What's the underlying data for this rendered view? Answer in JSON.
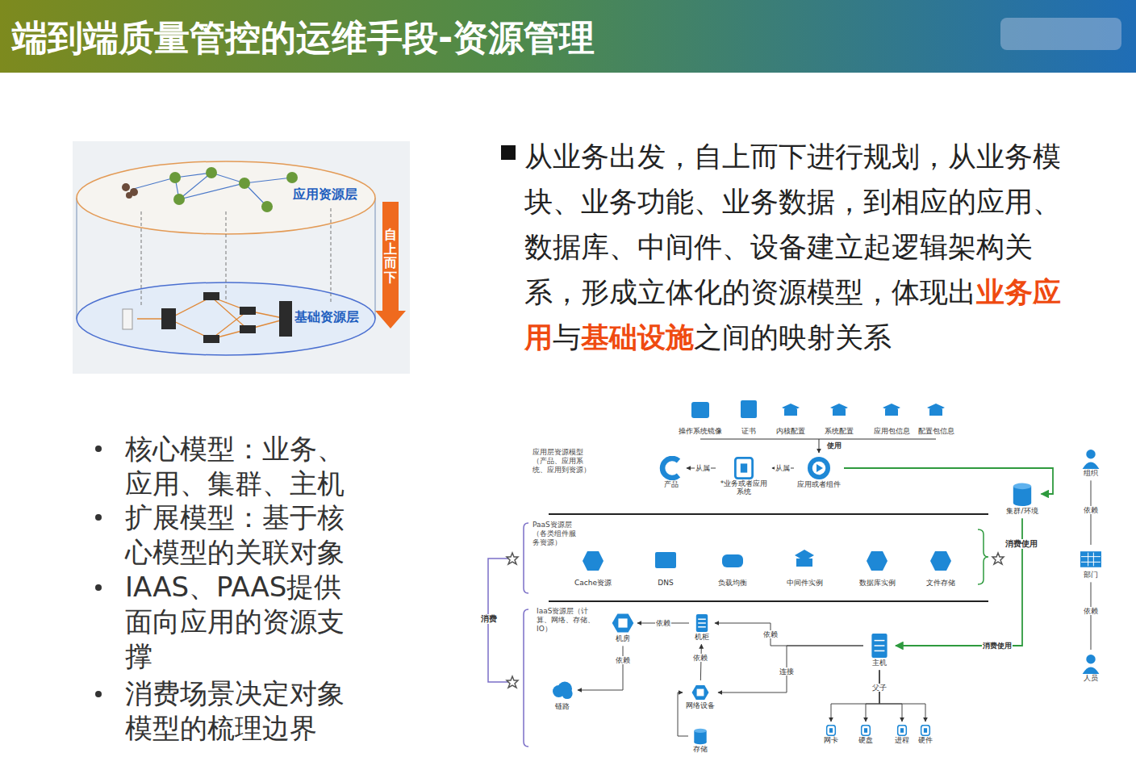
{
  "diagram": {
    "title": "端到端质量管控的运维手段-资源管理",
    "nodes": [
      {
        "text": [
          "产品"
        ]
      },
      {
        "text": [
          "*业务或者应用系统"
        ]
      },
      {
        "text": [
          "应用或者组件"
        ]
      },
      {
        "text": [
          "集群/环境"
        ]
      },
      {
        "text": [
          "组织"
        ]
      },
      {
        "text": [
          "部门"
        ]
      },
      {
        "text": [
          "人员"
        ]
      },
      {
        "text": [
          "机房"
        ]
      },
      {
        "text": [
          "机柜"
        ]
      },
      {
        "text": [
          "链路"
        ]
      },
      {
        "text": [
          "网络设备"
        ]
      },
      {
        "text": [
          "存储"
        ]
      },
      {
        "text": [
          "主机"
        ]
      },
      {
        "text": [
          "网卡"
        ]
      },
      {
        "text": [
          "硬盘"
        ]
      },
      {
        "text": [
          "进程"
        ]
      },
      {
        "text": [
          "硬件"
        ]
      }
    ],
    "edges": [
      {
        "from": 1,
        "to": 0,
        "label": "从属",
        "arrow": "to"
      },
      {
        "from": 2,
        "to": 1,
        "label": "从属",
        "arrow": "to"
      },
      {
        "from": 2,
        "to": 3,
        "arrow": "to"
      },
      {
        "from": 3,
        "to": 12,
        "label": "消费使用",
        "arrow": "to"
      },
      {
        "from": 8,
        "to": 7,
        "label": "依赖",
        "arrow": "to"
      },
      {
        "from": 7,
        "to": 9,
        "label": "依赖",
        "arrow": "to"
      },
      {
        "from": 10,
        "to": 8,
        "label": "依赖",
        "arrow": "to"
      },
      {
        "from": 12,
        "to": 8,
        "label": "依赖",
        "arrow": "to"
      },
      {
        "from": 12,
        "to": 10,
        "label": "连接",
        "arrow": "to"
      },
      {
        "from": 11,
        "to": 10,
        "arrow": "to"
      },
      {
        "from": 12,
        "to": 13,
        "label": "父子",
        "arrow": "to"
      },
      {
        "from": 12,
        "to": 14,
        "arrow": "to"
      },
      {
        "from": 12,
        "to": 15,
        "arrow": "to"
      },
      {
        "from": 12,
        "to": 16,
        "arrow": "to"
      },
      {
        "from": 5,
        "to": 4,
        "label": "依赖",
        "arrow": "none"
      },
      {
        "from": 6,
        "to": 5,
        "label": "依赖",
        "arrow": "none"
      }
    ],
    "labels": [
      "应用资源层",
      "基础资源层",
      "自上而下",
      "从业务出发，自上而下进行规划，从业务模块、业务功能、业务数据，到相应的应用、数据库、中间件、设备建立起逻辑架构关系，形成立体化的资源模型，体现出",
      "业务应用",
      "与",
      "基础设施",
      "之间的映射关系",
      "核心模型：业务、应用、集群、主机",
      "扩展模型：基于核心模型的关联对象",
      "IAAS、PAAS提供面向应用的资源支撑",
      "消费场景决定对象模型的梳理边界",
      "操作系统镜像",
      "证书",
      "内核配置",
      "系统配置",
      "应用包信息",
      "配置包信息",
      "使用",
      "应用层资源模型（产品、应用系统、应用到资源）",
      "PaaS资源层（各类组件服务资源）",
      "IaaS资源层（计算、网络、存储、IO）",
      "Cache资源",
      "DNS",
      "负载均衡",
      "中间件实例",
      "数据库实例",
      "文件存储",
      "消费",
      "消费使用"
    ]
  }
}
